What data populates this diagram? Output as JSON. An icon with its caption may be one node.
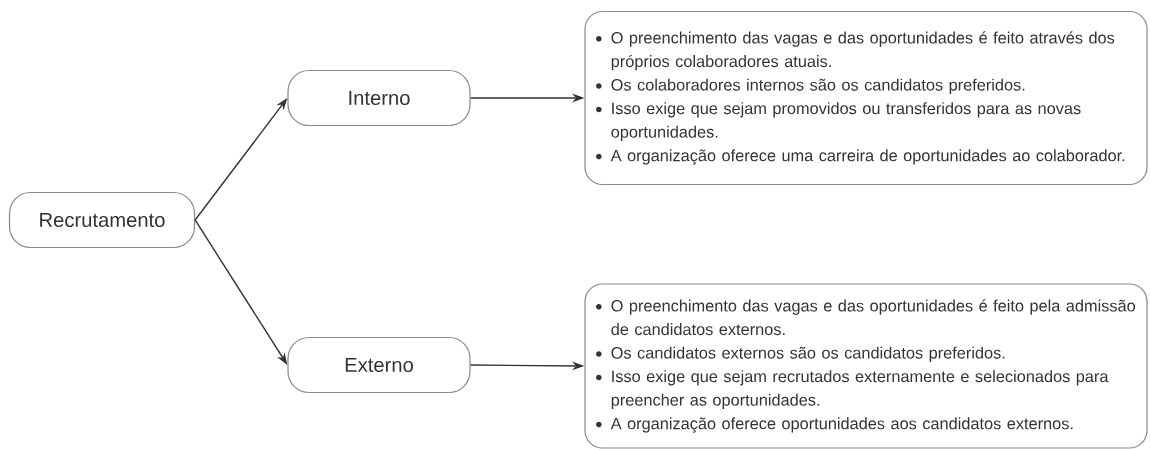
{
  "diagram": {
    "nodes": [
      {
        "text": [
          "Recrutamento"
        ]
      },
      {
        "text": [
          "Interno"
        ]
      },
      {
        "text": [
          "Externo"
        ]
      },
      {
        "text": [
          "O preenchimento das vagas e das oportunidades é feito através dos próprios colaboradores atuais.",
          "Os colaboradores internos são os candidatos preferidos.",
          "Isso exige que sejam promovidos ou transferidos para as novas oportunidades.",
          "A organização oferece uma carreira de oportunidades ao colaborador."
        ]
      },
      {
        "text": [
          "O preenchimento das vagas e das oportunidades é feito pela admissão de candidatos externos.",
          "Os candidatos externos são os candidatos preferidos.",
          "Isso exige que sejam recrutados externamente e selecionados para preencher as oportunidades.",
          "A organização oferece oportunidades aos candidatos externos."
        ]
      }
    ],
    "edges": [
      {
        "from": 0,
        "to": 1,
        "arrow": "to"
      },
      {
        "from": 0,
        "to": 2,
        "arrow": "to"
      },
      {
        "from": 1,
        "to": 3,
        "arrow": "to"
      },
      {
        "from": 2,
        "to": 4,
        "arrow": "to"
      }
    ]
  }
}
